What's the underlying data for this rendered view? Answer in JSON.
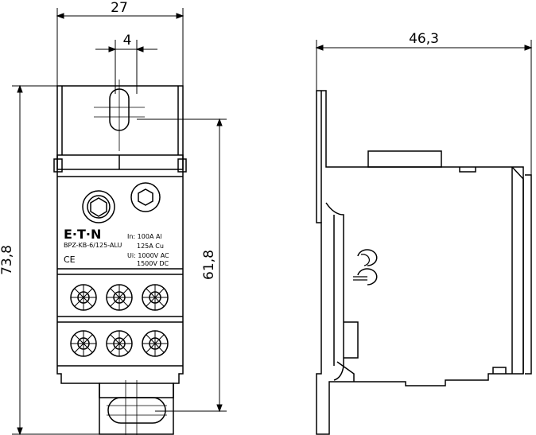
{
  "dimensions": {
    "width_top": "27",
    "hole_width": "4",
    "height_total": "73,8",
    "height_body": "61,8",
    "depth": "46,3"
  },
  "product": {
    "brand": "E·T·N",
    "model": "BPZ-KB-6/125-ALU",
    "ratings": [
      "In: 100A Al",
      "125A Cu",
      "Ui: 1000V AC",
      "1500V DC"
    ],
    "ce_mark": "CE"
  },
  "colors": {
    "line": "#000000",
    "background": "#ffffff"
  }
}
